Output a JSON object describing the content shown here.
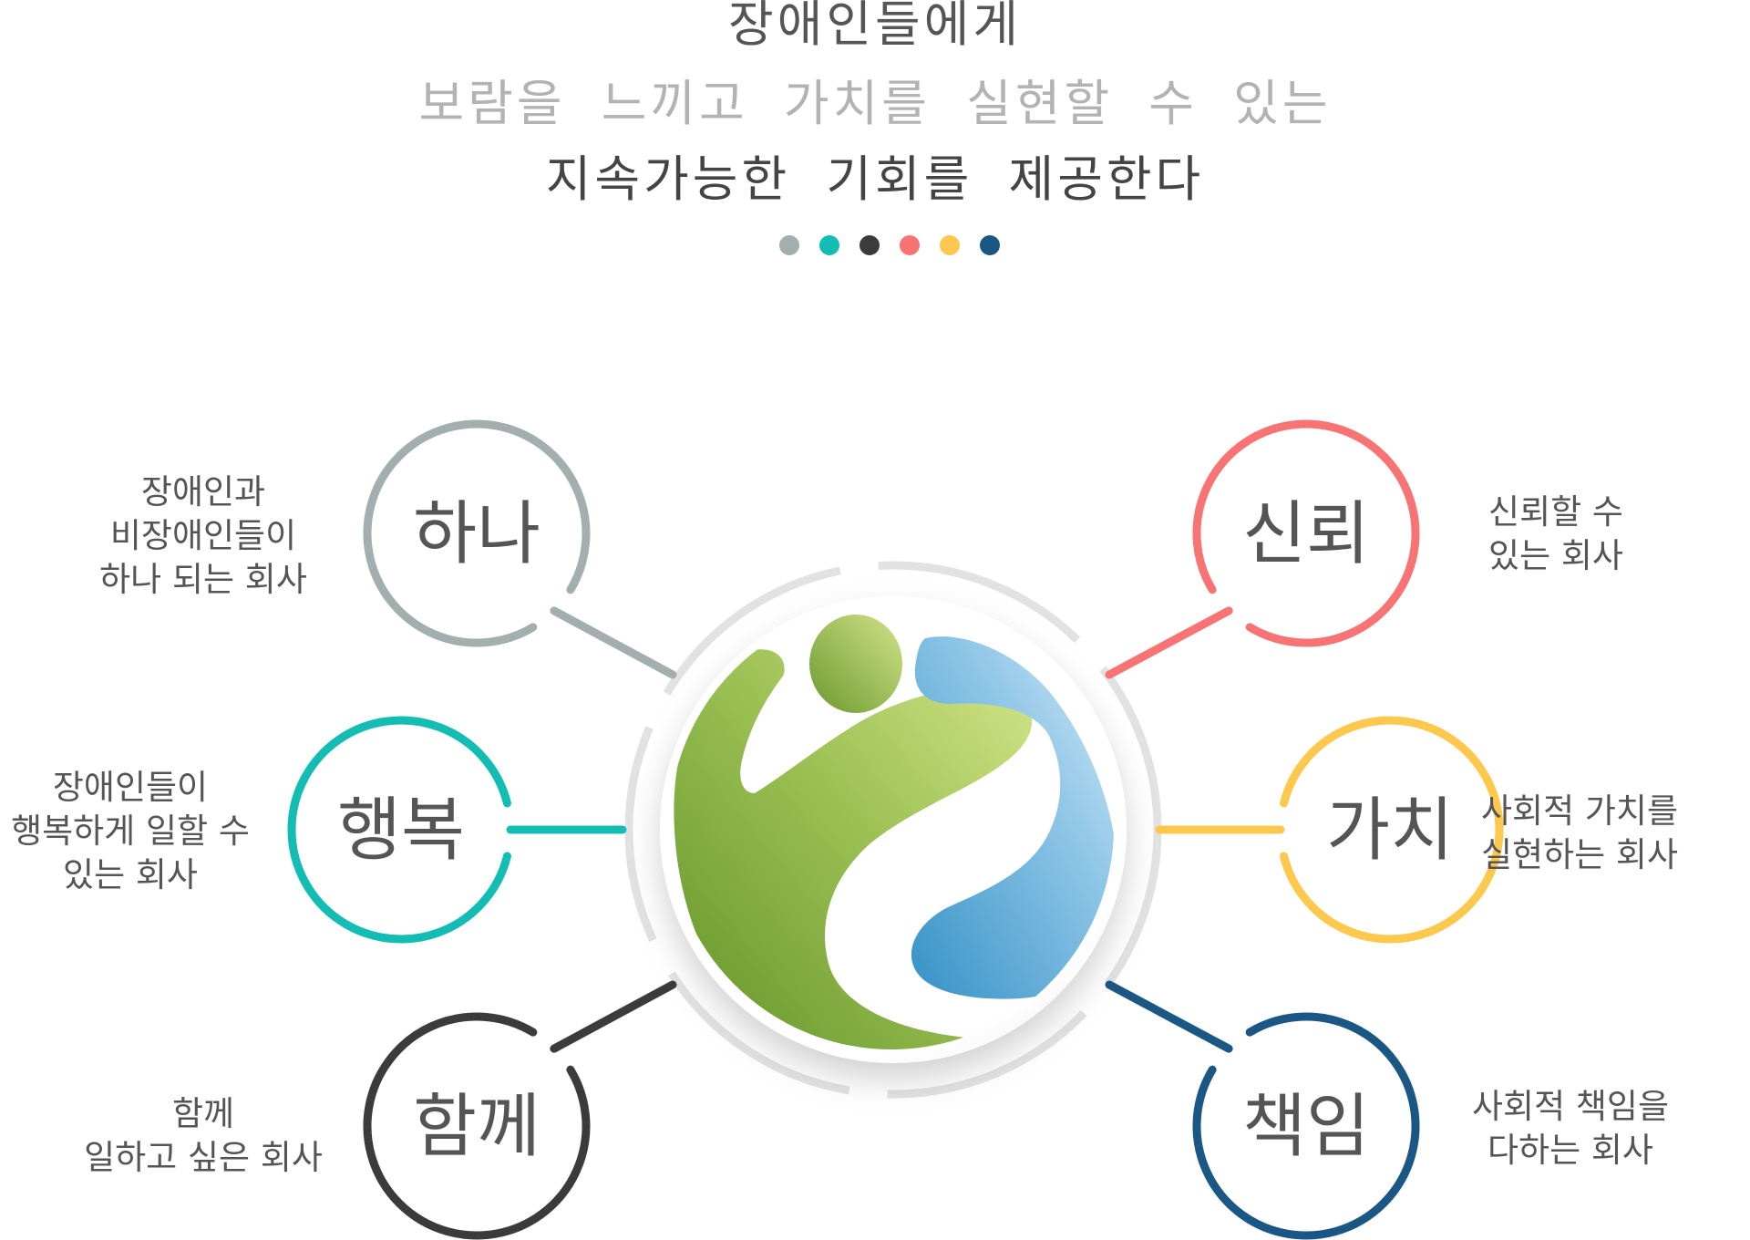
{
  "header": {
    "lines": [
      "장애인들에게",
      "보람을 느끼고 가치를 실현할 수 있는",
      "지속가능한 기회를 제공한다"
    ]
  },
  "dot_colors": [
    "#a3aeae",
    "#13bdb4",
    "#3b3b3b",
    "#f87474",
    "#fcc84d",
    "#1a5784"
  ],
  "values": [
    {
      "label": "하나",
      "color": "#a3aeae",
      "description": [
        "장애인과",
        "비장애인들이",
        "하나 되는 회사"
      ]
    },
    {
      "label": "행복",
      "color": "#13bdb4",
      "description": [
        "장애인들이",
        "행복하게 일할 수",
        "있는 회사"
      ]
    },
    {
      "label": "함께",
      "color": "#3b3b3b",
      "description": [
        "함께",
        "일하고 싶은 회사"
      ]
    },
    {
      "label": "신뢰",
      "color": "#f87474",
      "description": [
        "신뢰할 수",
        "있는 회사"
      ]
    },
    {
      "label": "가치",
      "color": "#fcc84d",
      "description": [
        "사회적 가치를",
        "실현하는 회사"
      ]
    },
    {
      "label": "책임",
      "color": "#1a5784",
      "description": [
        "사회적 책임을",
        "다하는 회사"
      ]
    }
  ],
  "center_logo": "people-figure-logo"
}
